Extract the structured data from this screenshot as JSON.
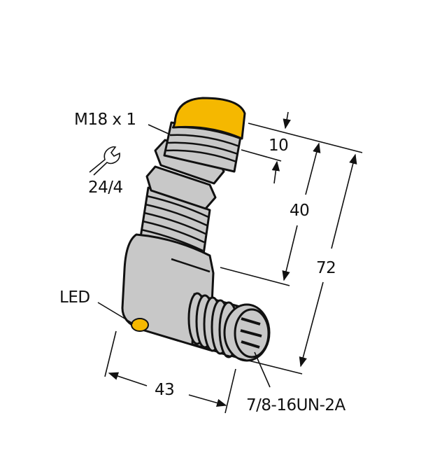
{
  "diagram": {
    "type": "technical-dimension-drawing",
    "subject": "right-angle M18 inductive proximity sensor with connector",
    "colors": {
      "sensing_face": "#F5B800",
      "housing": "#C8C8C8",
      "led": "#F5B800",
      "outline": "#111111",
      "background": "#FFFFFF"
    },
    "labels": {
      "thread": "M18 x 1",
      "wrench": "24/4",
      "led": "LED",
      "connector_thread": "7/8-16UN-2A"
    },
    "dimensions": {
      "sensing_face_length": "10",
      "thread_length": "40",
      "total_length": "72",
      "connector_offset": "43"
    },
    "icons": {
      "wrench": "wrench-icon"
    }
  }
}
